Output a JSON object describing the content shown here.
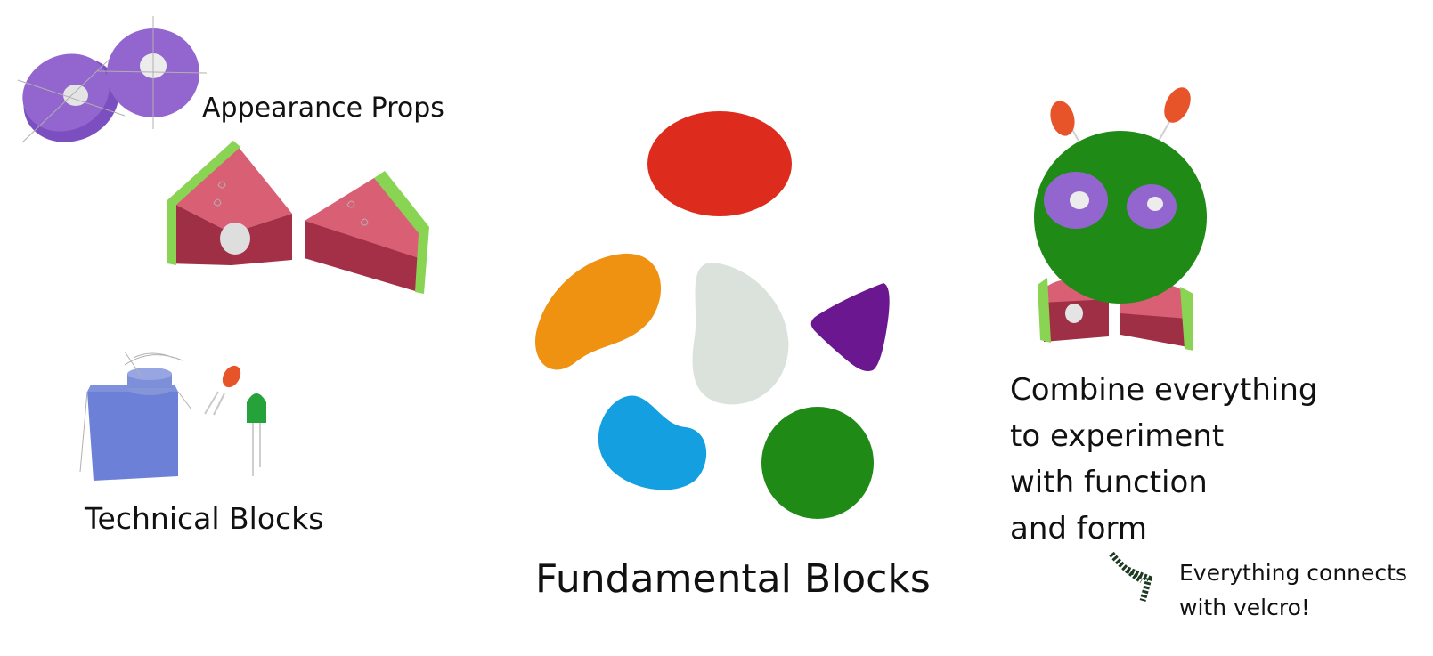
{
  "labels": {
    "appearance": "Appearance Props",
    "technical": "Technical Blocks",
    "fundamental": "Fundamental Blocks",
    "combine": [
      "Combine everything",
      "to experiment",
      "with function",
      "and form"
    ],
    "velcro": [
      "Everything connects",
      "with velcro!"
    ]
  },
  "colors": {
    "red": "#dd2b1e",
    "orange": "#ef9212",
    "light_gray": "#dbe2dc",
    "purple": "#6a1790",
    "blue": "#139fe0",
    "green": "#1f8a16",
    "lavender": "#9366cf",
    "watermelon_flesh": "#d95f75",
    "watermelon_side": "#9f2f45",
    "rind": "#8ad454",
    "box": "#6b80d6",
    "led_orange": "#e8542a",
    "led_green": "#25a23a"
  },
  "sections": [
    {
      "name": "appearance-props",
      "items": [
        "purple-ring",
        "purple-ring",
        "watermelon-slice",
        "watermelon-slice"
      ]
    },
    {
      "name": "technical-blocks",
      "items": [
        "servo-box",
        "orange-led",
        "green-led"
      ]
    },
    {
      "name": "fundamental-blocks",
      "items": [
        "red-oval",
        "orange-blob",
        "gray-blob",
        "purple-triangle",
        "blue-blob",
        "green-circle"
      ]
    },
    {
      "name": "combined-creature",
      "items": [
        "orange-led",
        "orange-led",
        "green-circle",
        "purple-ring",
        "purple-ring",
        "watermelon-slice",
        "watermelon-slice"
      ]
    }
  ]
}
